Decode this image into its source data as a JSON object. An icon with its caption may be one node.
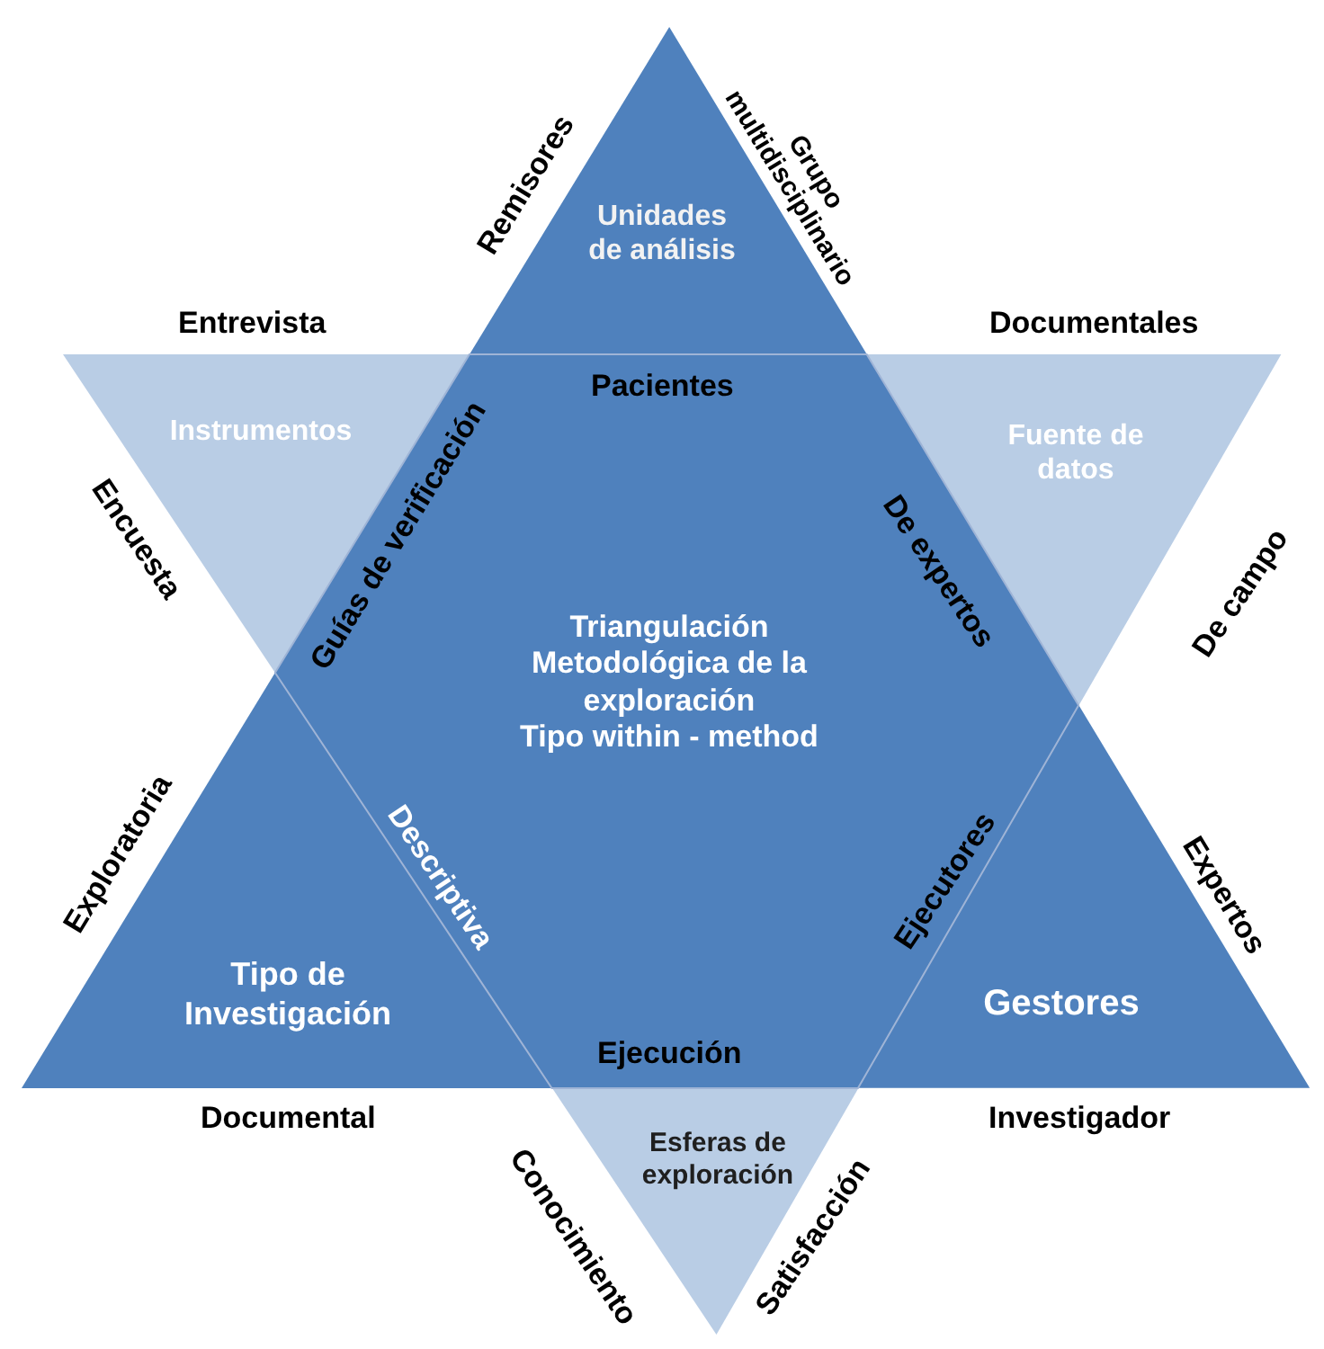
{
  "diagram": {
    "nodes": [
      {
        "text": [
          "Unidades de análisis"
        ]
      },
      {
        "text": [
          "Instrumentos"
        ]
      },
      {
        "text": [
          "Fuente de datos"
        ]
      },
      {
        "text": [
          "Triangulación Metodológica de la exploración",
          "Tipo within - method"
        ]
      },
      {
        "text": [
          "Tipo de Investigación"
        ]
      },
      {
        "text": [
          "Gestores"
        ]
      },
      {
        "text": [
          "Esferas de exploración"
        ]
      }
    ],
    "labels": [
      "Remisores",
      "Grupo multidisciplinario",
      "Entrevista",
      "Documentales",
      "Pacientes",
      "Encuesta",
      "Guías de verificación",
      "De expertos",
      "De campo",
      "Exploratoria",
      "Descriptiva",
      "Ejecutores",
      "Expertos",
      "Ejecución",
      "Documental",
      "Investigador",
      "Conocimiento",
      "Satisfacción"
    ]
  }
}
